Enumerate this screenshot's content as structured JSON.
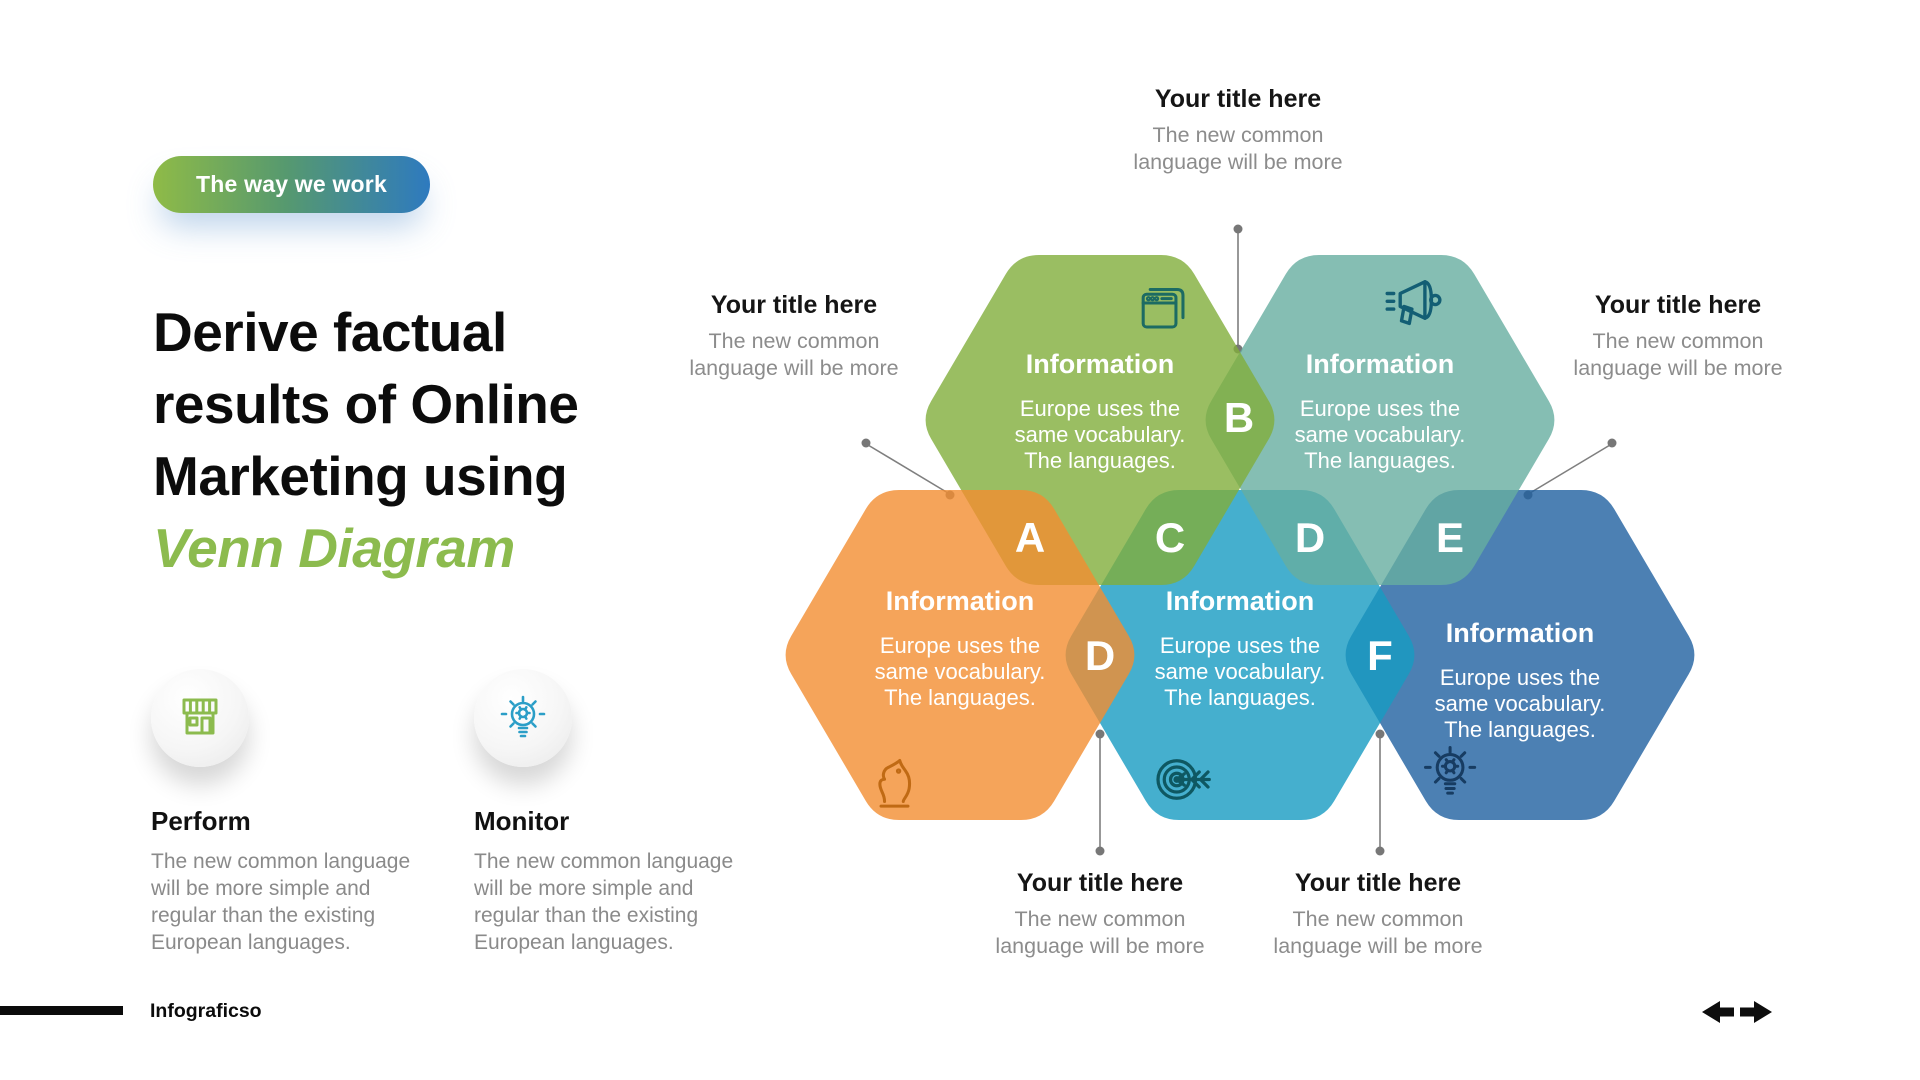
{
  "slide": {
    "badge": "The way we work",
    "title": "Derive factual\nresults of Online\nMarketing using",
    "title_accent": "Venn Diagram",
    "accent_color": "#8CBB4E",
    "background_color": "#FFFFFF"
  },
  "features": [
    {
      "name": "Perform",
      "icon": "store-icon",
      "icon_color": "#8CBB4E",
      "description": "The new common language\nwill be more simple and\nregular than the existing\nEuropean languages."
    },
    {
      "name": "Monitor",
      "icon": "lightbulb-gear-icon",
      "icon_color": "#2B9EC7",
      "description": "The new common language\nwill be more simple and\nregular than the existing\nEuropean languages."
    }
  ],
  "diagram": {
    "hexagons": [
      {
        "id": "top-left",
        "title": "Information",
        "body": "Europe uses the\nsame vocabulary.\nThe languages.",
        "icon": "browser-icon",
        "fill": "#81AE3B",
        "icon_color": "#1C6B63"
      },
      {
        "id": "top-right",
        "title": "Information",
        "body": "Europe uses the\nsame vocabulary.\nThe languages.",
        "icon": "megaphone-icon",
        "fill": "#66AEA0",
        "icon_color": "#135E74"
      },
      {
        "id": "bottom-left",
        "title": "Information",
        "body": "Europe uses the\nsame vocabulary.\nThe languages.",
        "icon": "knight-icon",
        "fill": "#F28D31",
        "icon_color": "#C06A14"
      },
      {
        "id": "bottom-center",
        "title": "Information",
        "body": "Europe uses the\nsame vocabulary.\nThe languages.",
        "icon": "target-arrow-icon",
        "fill": "#169BC2",
        "icon_color": "#0E5862"
      },
      {
        "id": "bottom-right",
        "title": "Information",
        "body": "Europe uses the\nsame vocabulary.\nThe languages.",
        "icon": "lightbulb-gear-icon",
        "fill": "#1F60A0",
        "icon_color": "#173C62"
      }
    ],
    "overlap_labels": [
      {
        "letter": "A"
      },
      {
        "letter": "B"
      },
      {
        "letter": "C"
      },
      {
        "letter": "D"
      },
      {
        "letter": "E"
      },
      {
        "letter": "D"
      },
      {
        "letter": "F"
      }
    ],
    "callouts": [
      {
        "position": "top",
        "title": "Your title here",
        "body": "The new common\nlanguage will be more"
      },
      {
        "position": "left",
        "title": "Your title here",
        "body": "The new common\nlanguage will be more"
      },
      {
        "position": "right",
        "title": "Your title here",
        "body": "The new common\nlanguage will be more"
      },
      {
        "position": "bottom-left",
        "title": "Your title here",
        "body": "The new common\nlanguage will be more"
      },
      {
        "position": "bottom-right",
        "title": "Your title here",
        "body": "The new common\nlanguage will be more"
      }
    ],
    "connector_color": "#7F7F7F"
  },
  "footer": {
    "brand": "Infograficso"
  },
  "nav": {
    "prev_icon": "left-arrow-icon",
    "next_icon": "right-arrow-icon",
    "arrow_color": "#0D0D0D"
  }
}
